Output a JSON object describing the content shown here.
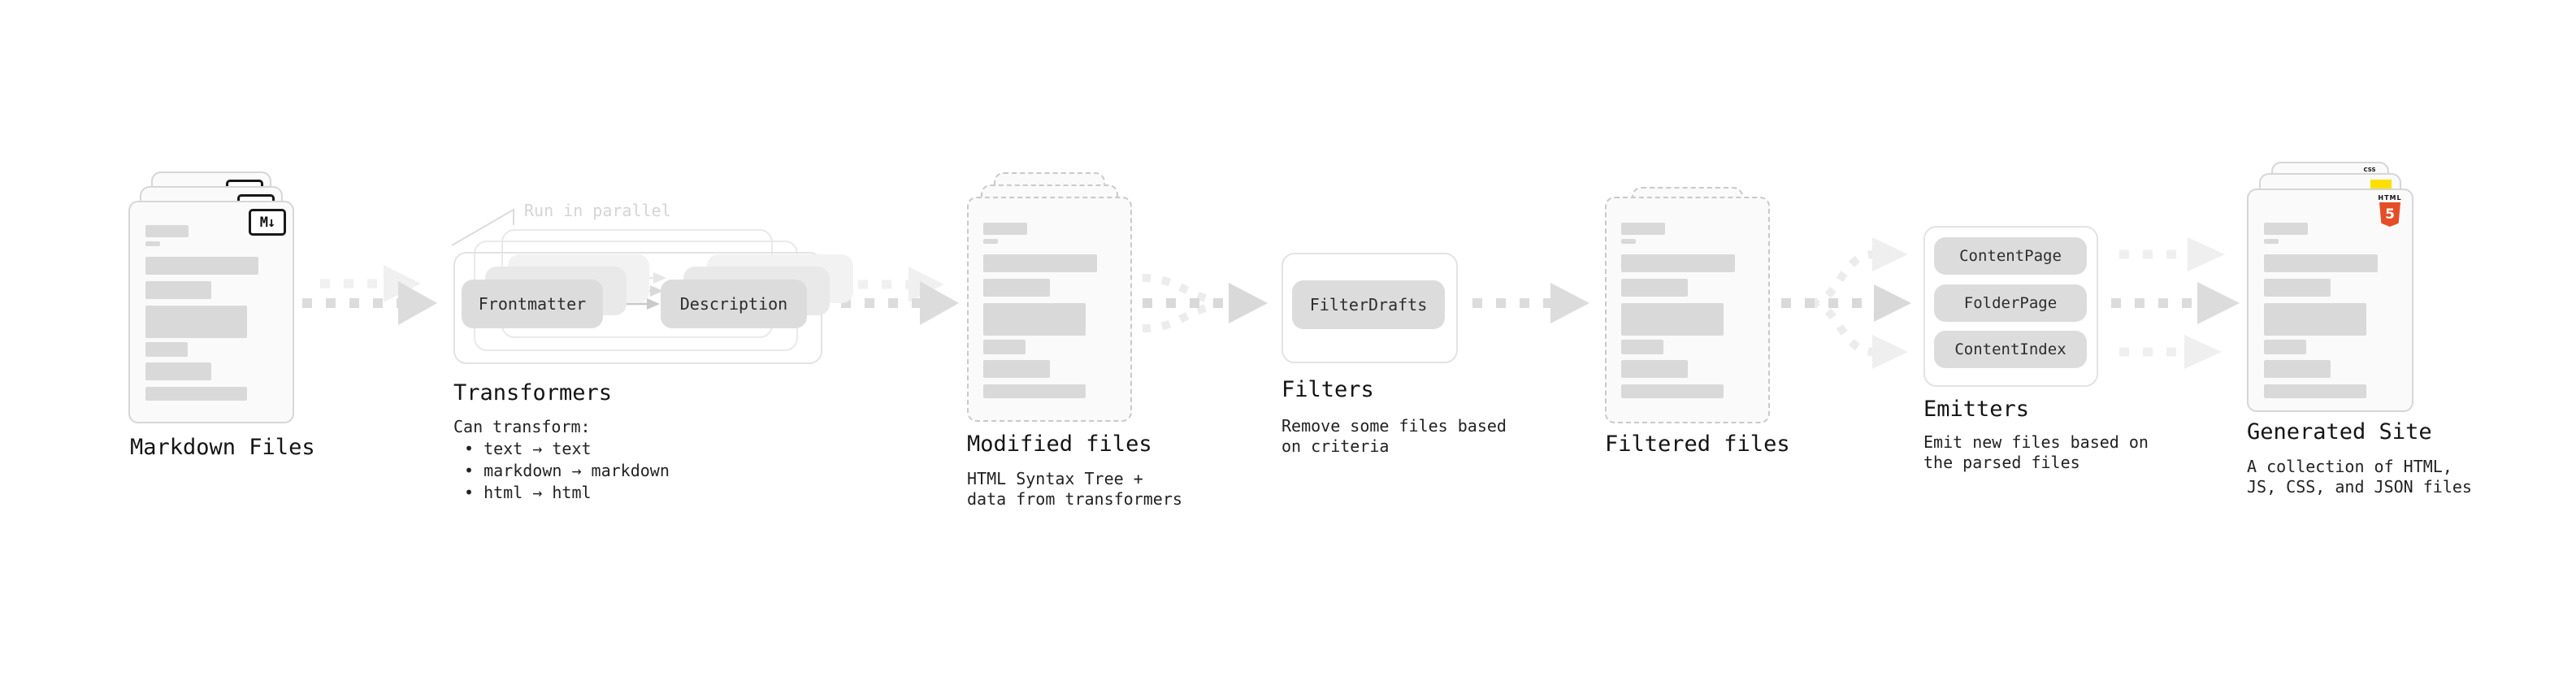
{
  "stages": {
    "markdown_files": {
      "label": "Markdown Files",
      "badge": "M↓"
    },
    "transformers": {
      "label": "Transformers",
      "annotation": "Run in parallel",
      "boxes": [
        "Frontmatter",
        "Description"
      ],
      "desc": [
        "Can transform:",
        "• text → text",
        "• markdown → markdown",
        "• html → html"
      ]
    },
    "modified_files": {
      "label": "Modified files",
      "desc": [
        "HTML Syntax Tree +",
        "data from transformers"
      ]
    },
    "filters": {
      "label": "Filters",
      "boxes": [
        "FilterDrafts"
      ],
      "desc": [
        "Remove some files based",
        "on criteria"
      ]
    },
    "filtered_files": {
      "label": "Filtered files"
    },
    "emitters": {
      "label": "Emitters",
      "boxes": [
        "ContentPage",
        "FolderPage",
        "ContentIndex"
      ],
      "desc": [
        "Emit new files based on",
        "the parsed files"
      ]
    },
    "generated_site": {
      "label": "Generated Site",
      "desc": [
        "A collection of HTML,",
        "JS, CSS, and JSON files"
      ],
      "html5_label": "HTML",
      "html5_digit": "5",
      "css_label": "CSS"
    }
  },
  "colors": {
    "html5_orange": "#e44d26",
    "js_yellow": "#ffdf00",
    "css_blue": "#2b62f6",
    "arrow_gray": "#dcdcdc",
    "arrow_light": "#efefef",
    "bar_gray": "#d9d9d9",
    "annotation_gray": "#d4d4d4"
  }
}
